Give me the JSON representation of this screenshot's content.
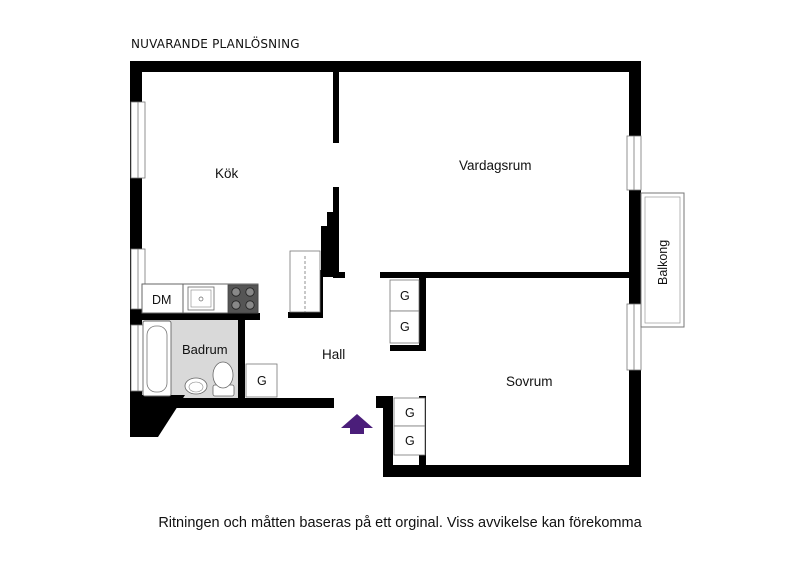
{
  "title": "NUVARANDE PLANLÖSNING",
  "rooms": {
    "kitchen": "Kök",
    "living_room": "Vardagsrum",
    "bathroom": "Badrum",
    "hall": "Hall",
    "bedroom": "Sovrum",
    "balcony": "Balkong"
  },
  "fixtures": {
    "dishwasher": "DM",
    "wardrobe": "G"
  },
  "footer": "Ritningen och måtten baseras på ett orginal. Viss avvikelse kan förekomma",
  "colors": {
    "wall": "#000000",
    "bathroom_floor": "#d9d9d9",
    "entrance_arrow": "#4b1e7a"
  }
}
